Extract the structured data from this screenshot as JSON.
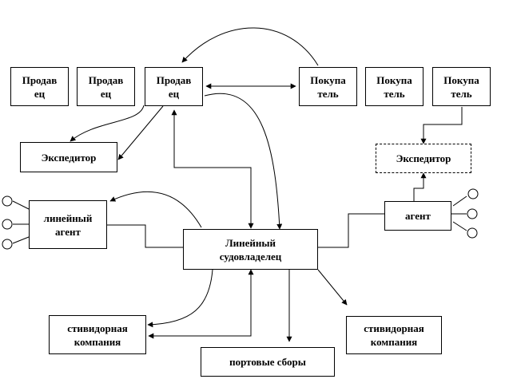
{
  "diagram": {
    "nodes": {
      "seller1": "Продав\nец",
      "seller2": "Продав\nец",
      "seller3": "Продав\nец",
      "buyer1": "Покупа\nтель",
      "buyer2": "Покупа\nтель",
      "buyer3": "Покупа\nтель",
      "forwarder_left": "Экспедитор",
      "forwarder_right": "Экспедитор",
      "line_agent": "линейный\nагент",
      "agent": "агент",
      "shipowner": "Линейный\nсудовладелец",
      "stevedore_left": "стивидорная\nкомпания",
      "stevedore_right": "стивидорная\nкомпания",
      "port_fees": "портовые сборы"
    }
  }
}
